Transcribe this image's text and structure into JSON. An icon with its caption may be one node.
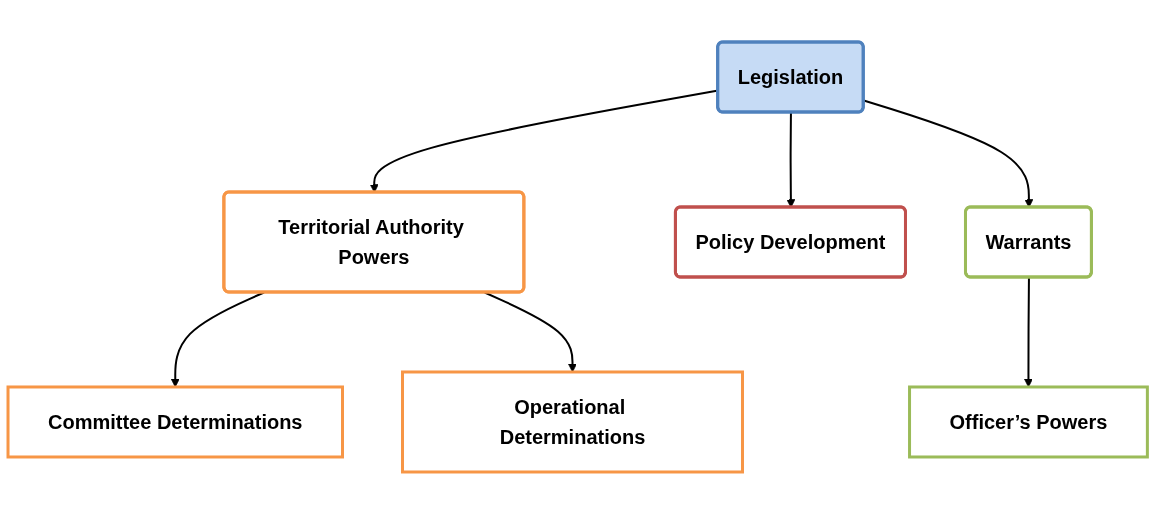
{
  "diagram": {
    "nodes": [
      {
        "text": [
          "Legislation"
        ]
      },
      {
        "text": [
          "Territorial Authority Powers"
        ]
      },
      {
        "text": [
          "Policy Development"
        ]
      },
      {
        "text": [
          "Warrants"
        ]
      },
      {
        "text": [
          "Committee Determinations"
        ]
      },
      {
        "text": [
          "Operational Determinations"
        ]
      },
      {
        "text": [
          "Officer’s Powers"
        ]
      }
    ],
    "edges": [
      {
        "from": 0,
        "to": 1,
        "arrow": "to"
      },
      {
        "from": 0,
        "to": 2,
        "arrow": "to"
      },
      {
        "from": 0,
        "to": 3,
        "arrow": "to"
      },
      {
        "from": 1,
        "to": 4,
        "arrow": "to"
      },
      {
        "from": 1,
        "to": 5,
        "arrow": "to"
      },
      {
        "from": 3,
        "to": 6,
        "arrow": "to"
      }
    ]
  }
}
